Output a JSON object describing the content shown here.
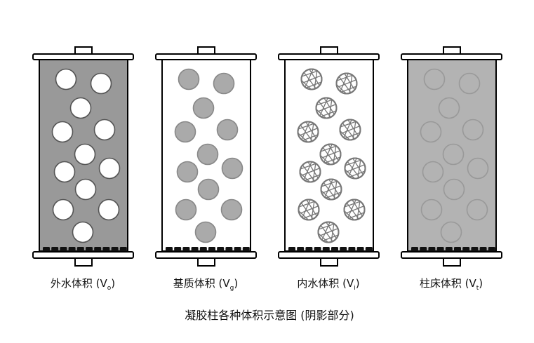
{
  "diagram": {
    "columns": [
      {
        "label_main": "外水体积 (V",
        "label_sub": "o",
        "label_close": ")",
        "fill": "#999999",
        "bead_style": "white",
        "bead_fill": "#ffffff",
        "bead_stroke": "#555555"
      },
      {
        "label_main": "基质体积 (V",
        "label_sub": "g",
        "label_close": ")",
        "fill": "#ffffff",
        "bead_style": "gray",
        "bead_fill": "#aaaaaa",
        "bead_stroke": "#888888"
      },
      {
        "label_main": "内水体积 (V",
        "label_sub": "i",
        "label_close": ")",
        "fill": "#ffffff",
        "bead_style": "mesh",
        "bead_fill": "#ffffff",
        "bead_stroke": "#777777"
      },
      {
        "label_main": "柱床体积 (V",
        "label_sub": "t",
        "label_close": ")",
        "fill": "#b3b3b3",
        "bead_style": "outline",
        "bead_fill": "none",
        "bead_stroke": "#999999"
      }
    ],
    "caption": "凝胶柱各种体积示意图 (阴影部分)",
    "colors": {
      "outline": "#000000",
      "frit": "#111111"
    }
  }
}
